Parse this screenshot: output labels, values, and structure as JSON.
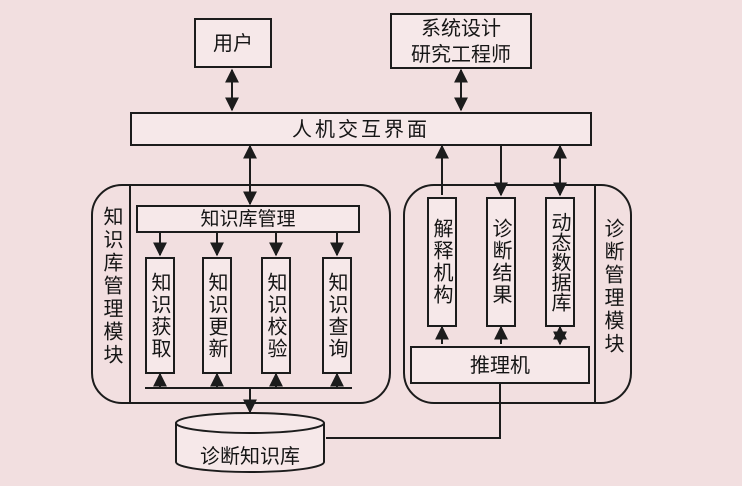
{
  "nodes": {
    "user": "用户",
    "engineer": [
      "系统设计",
      "研究工程师"
    ],
    "hci": "人机交互界面",
    "kb_mgmt_module": "知识库管理模块",
    "kb_mgmt": "知识库管理",
    "kb_acquire": "知识获取",
    "kb_update": "知识更新",
    "kb_verify": "知识校验",
    "kb_query": "知识查询",
    "diag_module": "诊断管理模块",
    "explain": "解释机构",
    "result": "诊断结果",
    "dynamic_db": "动态数据库",
    "inference": "推理机",
    "diag_kb": "诊断知识库"
  },
  "colors": {
    "background": "#f2dfe0",
    "stroke": "#1c1c1c",
    "box_fill": "#f6e8e9"
  }
}
